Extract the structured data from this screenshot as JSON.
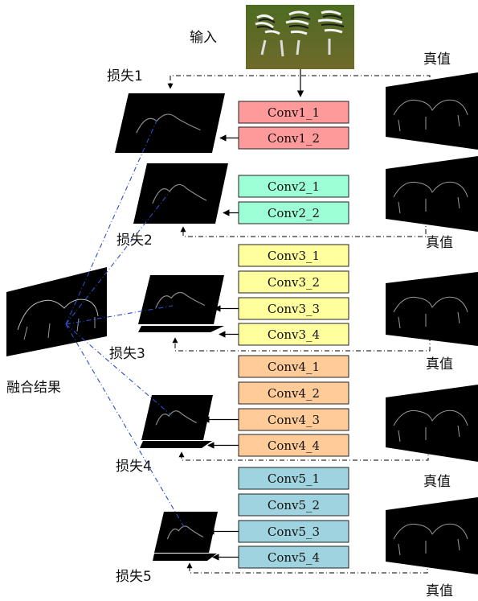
{
  "input_label": "输入",
  "fusion_label": "融合结果",
  "truth_label": "真值",
  "loss_labels": [
    "损失1",
    "损失2",
    "损失3",
    "损失4",
    "损失5"
  ],
  "stages": [
    {
      "color": "#ff9a9a",
      "convs": [
        "Conv1_1",
        "Conv1_2"
      ]
    },
    {
      "color": "#9cffd6",
      "convs": [
        "Conv2_1",
        "Conv2_2"
      ]
    },
    {
      "color": "#ffff9e",
      "convs": [
        "Conv3_1",
        "Conv3_2",
        "Conv3_3",
        "Conv3_4"
      ]
    },
    {
      "color": "#ffcc99",
      "convs": [
        "Conv4_1",
        "Conv4_2",
        "Conv4_3",
        "Conv4_4"
      ]
    },
    {
      "color": "#9fd3e0",
      "convs": [
        "Conv5_1",
        "Conv5_2",
        "Conv5_3",
        "Conv5_4"
      ]
    }
  ],
  "colors": {
    "fusion_line": "#2a4fc9",
    "edge_map": "#000000"
  }
}
